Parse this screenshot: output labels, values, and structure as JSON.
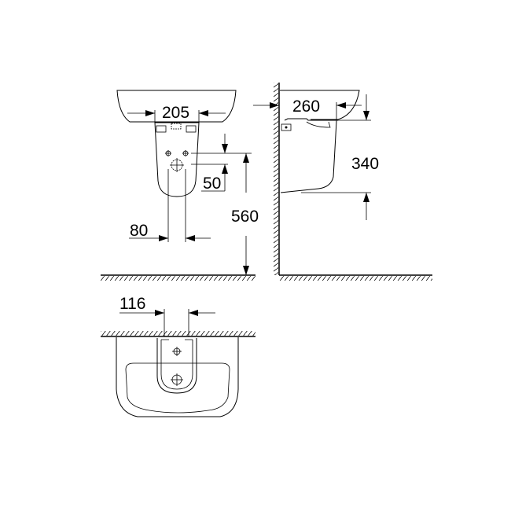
{
  "diagram": {
    "type": "technical-dimension-drawing",
    "subject": "washbasin with semi-pedestal",
    "colors": {
      "line": "#000000",
      "background": "#ffffff"
    },
    "views": {
      "front": {
        "dimensions": {
          "pedestal_width": "205",
          "hole_spacing_vertical": "50",
          "floor_to_hole_height": "560",
          "outlet_width": "80"
        }
      },
      "side": {
        "dimensions": {
          "wall_to_pedestal_depth": "260",
          "pedestal_height": "340"
        }
      },
      "top": {
        "dimensions": {
          "bracket_spacing": "116"
        }
      }
    }
  }
}
